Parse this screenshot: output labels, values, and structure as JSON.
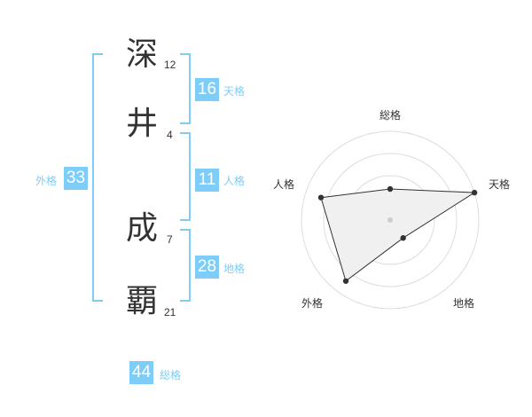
{
  "name": {
    "chars": [
      {
        "char": "深",
        "strokes": "12"
      },
      {
        "char": "井",
        "strokes": "4"
      },
      {
        "char": "成",
        "strokes": "7"
      },
      {
        "char": "覇",
        "strokes": "21"
      }
    ]
  },
  "scores": {
    "tenkaku": {
      "value": "16",
      "label": "天格"
    },
    "jinkaku": {
      "value": "11",
      "label": "人格"
    },
    "chikaku": {
      "value": "28",
      "label": "地格"
    },
    "gaikaku": {
      "value": "33",
      "label": "外格"
    },
    "soukaku": {
      "value": "44",
      "label": "総格"
    }
  },
  "colors": {
    "accent": "#7dcdf8",
    "text": "#333333",
    "bracket": "#7dcdf8",
    "radar_fill": "#f0f0f0",
    "radar_stroke": "#333333"
  },
  "chart_data": {
    "type": "radar",
    "categories": [
      "総格",
      "天格",
      "地格",
      "外格",
      "人格"
    ],
    "values": [
      0.35,
      1.0,
      0.25,
      0.85,
      0.82
    ],
    "rings": 4,
    "grid": true
  }
}
